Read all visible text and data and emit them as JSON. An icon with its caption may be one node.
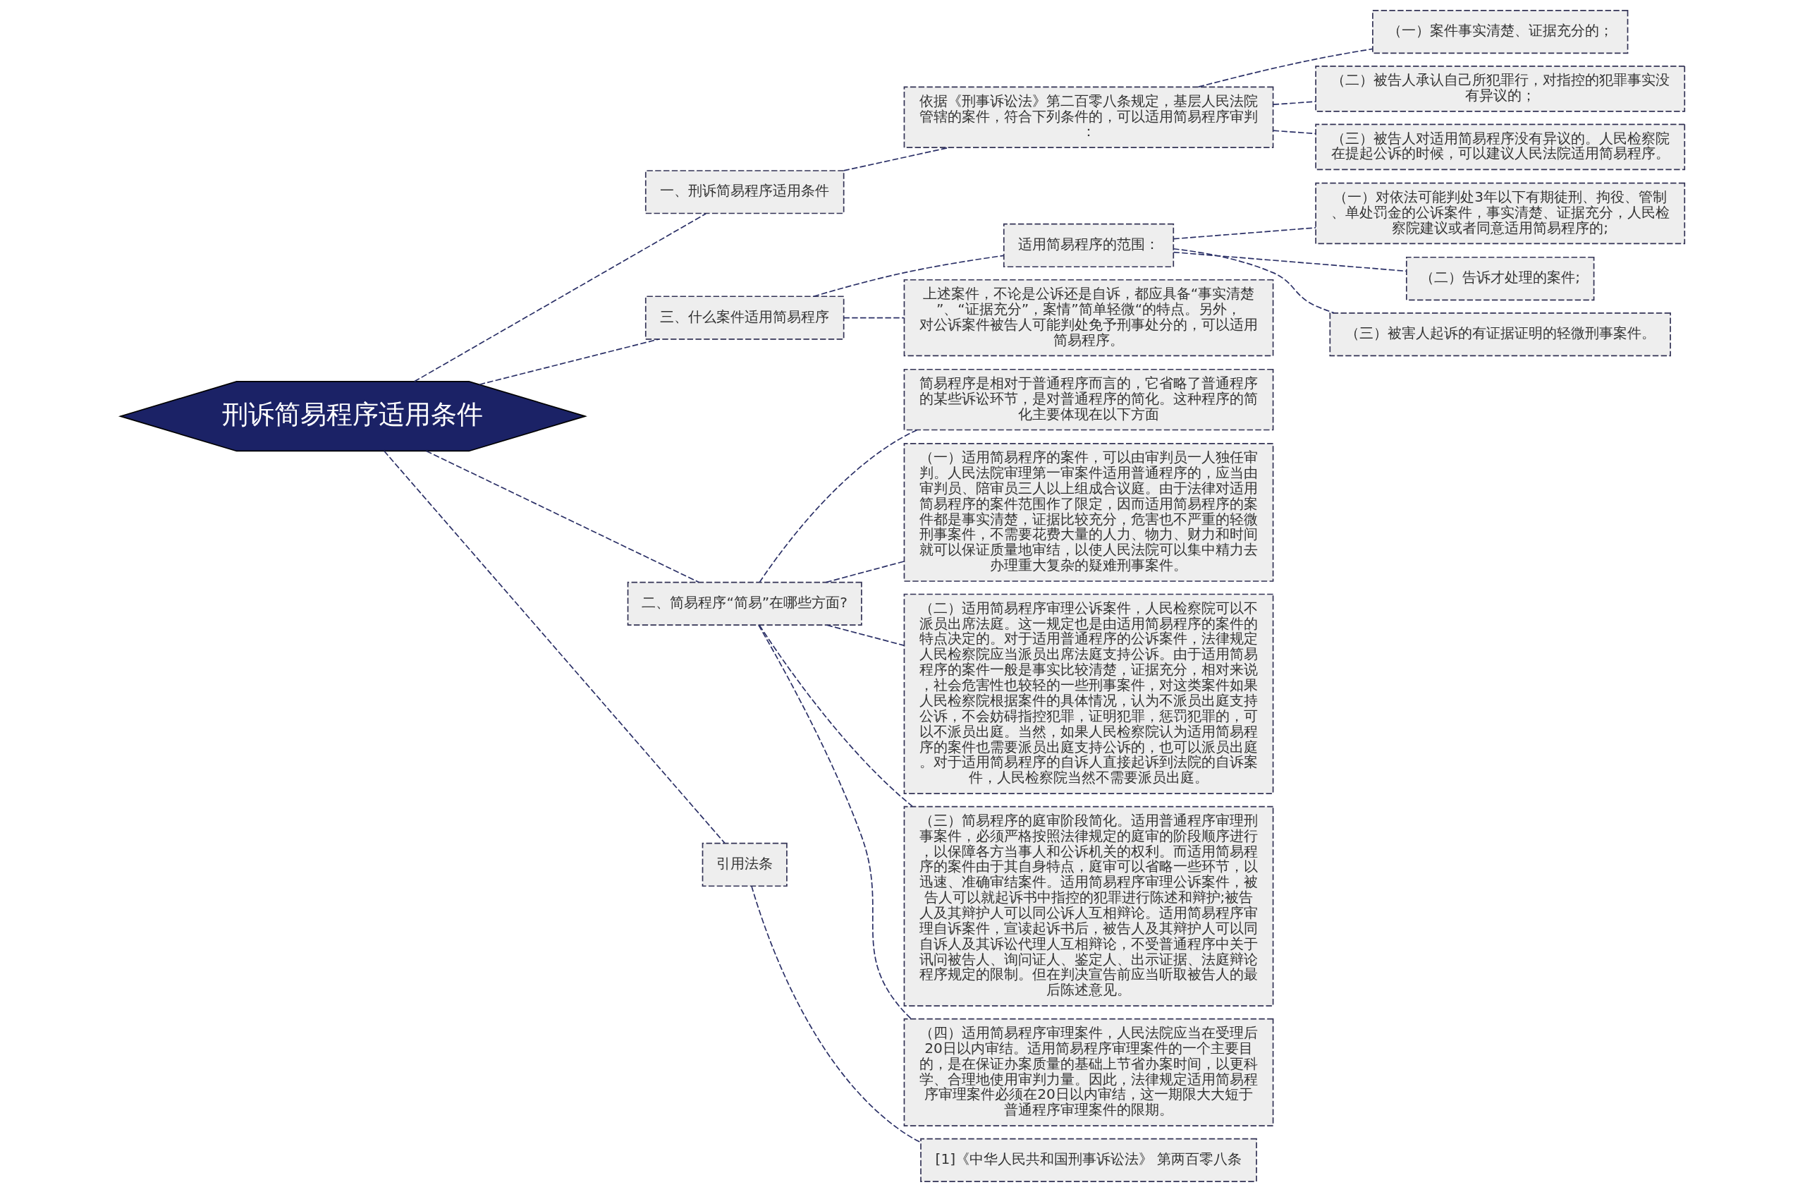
{
  "diagram": {
    "nodes": [
      {
        "text": [
          "刑诉简易程序适用条件"
        ]
      },
      {
        "text": [
          "一、刑诉简易程序适用条件"
        ]
      },
      {
        "text": [
          "依据《刑事诉讼法》第二百零八条规定，基层人民法院管辖的案件，符合下列条件的，可以适用简易程序审判："
        ]
      },
      {
        "text": [
          "（一）案件事实清楚、证据充分的；"
        ]
      },
      {
        "text": [
          "（二）被告人承认自己所犯罪行，对指控的犯罪事实没有异议的；"
        ]
      },
      {
        "text": [
          "（三）被告人对适用简易程序没有异议的。人民检察院在提起公诉的时候，可以建议人民法院适用简易程序。"
        ]
      },
      {
        "text": [
          "三、什么案件适用简易程序"
        ]
      },
      {
        "text": [
          "适用简易程序的范围："
        ]
      },
      {
        "text": [
          "（一）对依法可能判处3年以下有期徒刑、拘役、管制、单处罚金的公诉案件，事实清楚、证据充分，人民检察院建议或者同意适用简易程序的;"
        ]
      },
      {
        "text": [
          "（二）告诉才处理的案件;"
        ]
      },
      {
        "text": [
          "（三）被害人起诉的有证据证明的轻微刑事案件。"
        ]
      },
      {
        "text": [
          "上述案件，不论是公诉还是自诉，都应具备“事实清楚”、“证据充分”，案情”简单轻微“的特点。另外，对公诉案件被告人可能判处免予刑事处分的，可以适用简易程序。"
        ]
      },
      {
        "text": [
          "二、简易程序“简易”在哪些方面?"
        ]
      },
      {
        "text": [
          "简易程序是相对于普通程序而言的，它省略了普通程序的某些诉讼环节，是对普通程序的简化。这种程序的简化主要体现在以下方面"
        ]
      },
      {
        "text": [
          "（一）适用简易程序的案件，可以由审判员一人独任审判。人民法院审理第一审案件适用普通程序的，应当由审判员、陪审员三人以上组成合议庭。由于法律对适用简易程序的案件范围作了限定，因而适用简易程序的案件都是事实清楚，证据比较充分，危害也不严重的轻微刑事案件，不需要花费大量的人力、物力、财力和时间就可以保证质量地审结，以使人民法院可以集中精力去办理重大复杂的疑难刑事案件。"
        ]
      },
      {
        "text": [
          "（二）适用简易程序审理公诉案件，人民检察院可以不派员出席法庭。这一规定也是由适用简易程序的案件的特点决定的。对于适用普通程序的公诉案件，法律规定人民检察院应当派员出席法庭支持公诉。由于适用简易程序的案件一般是事实比较清楚，证据充分，相对来说，社会危害性也较轻的一些刑事案件，对这类案件如果人民检察院根据案件的具体情况，认为不派员出庭支持公诉，不会妨碍指控犯罪，证明犯罪，惩罚犯罪的，可以不派员出庭。当然，如果人民检察院认为适用简易程序的案件也需要派员出庭支持公诉的，也可以派员出庭。对于适用简易程序的自诉人直接起诉到法院的自诉案件，人民检察院当然不需要派员出庭。"
        ]
      },
      {
        "text": [
          "（三）简易程序的庭审阶段简化。适用普通程序审理刑事案件，必须严格按照法律规定的庭审的阶段顺序进行，以保障各方当事人和公诉机关的权利。而适用简易程序的案件由于其自身特点，庭审可以省略一些环节，以迅速、准确审结案件。适用简易程序审理公诉案件，被告人可以就起诉书中指控的犯罪进行陈述和辩护;被告人及其辩护人可以同公诉人互相辩论。适用简易程序审理自诉案件，宣读起诉书后，被告人及其辩护人可以同自诉人及其诉讼代理人互相辩论，不受普通程序中关于讯问被告人、询问证人、鉴定人、出示证据、法庭辩论程序规定的限制。但在判决宣告前应当听取被告人的最后陈述意见。"
        ]
      },
      {
        "text": [
          "（四）适用简易程序审理案件，人民法院应当在受理后20日以内审结。适用简易程序审理案件的一个主要目的，是在保证办案质量的基础上节省办案时间，以更科学、合理地使用审判力量。因此，法律规定适用简易程序审理案件必须在20日以内审结，这一期限大大短于普通程序审理案件的限期。"
        ]
      },
      {
        "text": [
          "引用法条"
        ]
      },
      {
        "text": [
          "[1]《中华人民共和国刑事诉讼法》 第两百零八条"
        ]
      }
    ],
    "edges": [
      {
        "from": 0,
        "to": 1,
        "arrow": "none",
        "style": "dashed"
      },
      {
        "from": 1,
        "to": 2,
        "arrow": "none",
        "style": "dashed"
      },
      {
        "from": 2,
        "to": 3,
        "arrow": "none",
        "style": "dashed"
      },
      {
        "from": 2,
        "to": 4,
        "arrow": "none",
        "style": "dashed"
      },
      {
        "from": 2,
        "to": 5,
        "arrow": "none",
        "style": "dashed"
      },
      {
        "from": 0,
        "to": 6,
        "arrow": "none",
        "style": "dashed"
      },
      {
        "from": 6,
        "to": 7,
        "arrow": "none",
        "style": "dashed"
      },
      {
        "from": 7,
        "to": 8,
        "arrow": "none",
        "style": "dashed"
      },
      {
        "from": 7,
        "to": 9,
        "arrow": "none",
        "style": "dashed"
      },
      {
        "from": 7,
        "to": 10,
        "arrow": "none",
        "style": "dashed"
      },
      {
        "from": 6,
        "to": 11,
        "arrow": "none",
        "style": "dashed"
      },
      {
        "from": 0,
        "to": 12,
        "arrow": "none",
        "style": "dashed"
      },
      {
        "from": 12,
        "to": 13,
        "arrow": "none",
        "style": "dashed"
      },
      {
        "from": 12,
        "to": 14,
        "arrow": "none",
        "style": "dashed"
      },
      {
        "from": 12,
        "to": 15,
        "arrow": "none",
        "style": "dashed"
      },
      {
        "from": 12,
        "to": 16,
        "arrow": "none",
        "style": "dashed"
      },
      {
        "from": 12,
        "to": 17,
        "arrow": "none",
        "style": "dashed"
      },
      {
        "from": 0,
        "to": 18,
        "arrow": "none",
        "style": "dashed"
      },
      {
        "from": 18,
        "to": 19,
        "arrow": "none",
        "style": "dashed"
      }
    ]
  }
}
